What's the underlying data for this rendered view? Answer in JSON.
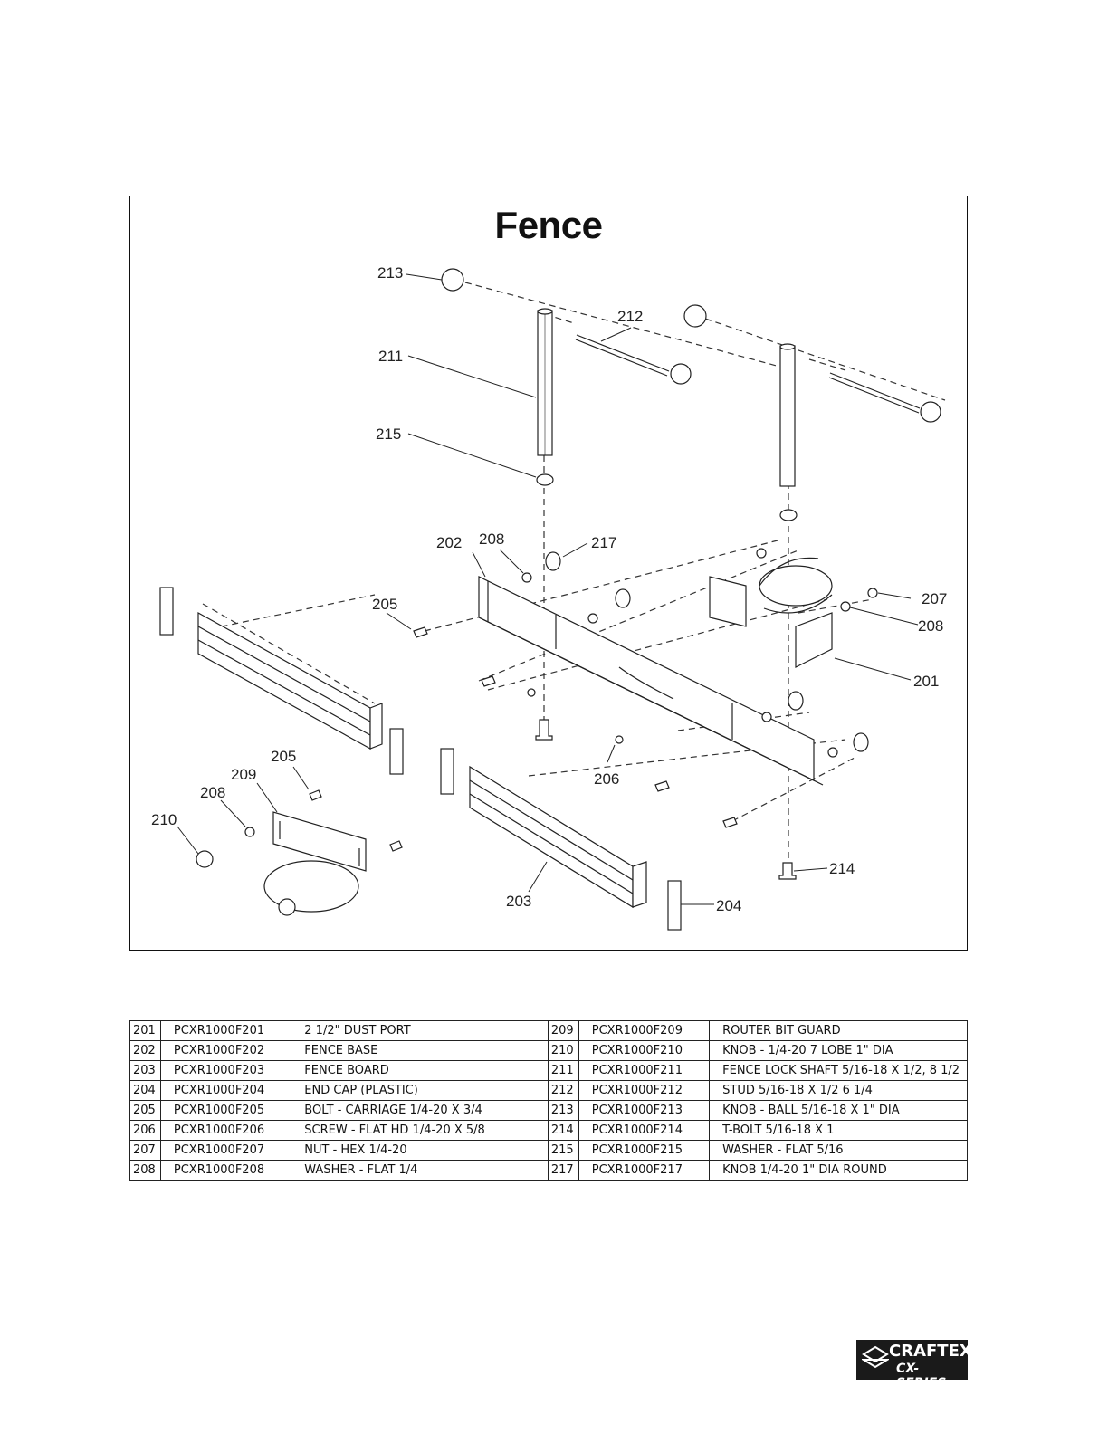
{
  "diagram": {
    "title": "Fence",
    "callouts": [
      "213",
      "212",
      "211",
      "215",
      "202",
      "208",
      "217",
      "205",
      "207",
      "208",
      "201",
      "206",
      "205",
      "209",
      "208",
      "210",
      "203",
      "204",
      "214"
    ]
  },
  "parts": [
    {
      "num": "201",
      "code": "PCXR1000F201",
      "desc": "2 1/2\" DUST PORT"
    },
    {
      "num": "202",
      "code": "PCXR1000F202",
      "desc": "FENCE BASE"
    },
    {
      "num": "203",
      "code": "PCXR1000F203",
      "desc": "FENCE BOARD"
    },
    {
      "num": "204",
      "code": "PCXR1000F204",
      "desc": "END CAP (PLASTIC)"
    },
    {
      "num": "205",
      "code": "PCXR1000F205",
      "desc": "BOLT - CARRIAGE 1/4-20 X 3/4"
    },
    {
      "num": "206",
      "code": "PCXR1000F206",
      "desc": "SCREW - FLAT HD 1/4-20 X 5/8"
    },
    {
      "num": "207",
      "code": "PCXR1000F207",
      "desc": "NUT - HEX 1/4-20"
    },
    {
      "num": "208",
      "code": "PCXR1000F208",
      "desc": "WASHER - FLAT 1/4"
    },
    {
      "num": "209",
      "code": "PCXR1000F209",
      "desc": "ROUTER BIT GUARD"
    },
    {
      "num": "210",
      "code": "PCXR1000F210",
      "desc": "KNOB - 1/4-20 7 LOBE 1\" DIA"
    },
    {
      "num": "211",
      "code": "PCXR1000F211",
      "desc": "FENCE LOCK SHAFT 5/16-18 X 1/2, 8 1/2"
    },
    {
      "num": "212",
      "code": "PCXR1000F212",
      "desc": "STUD 5/16-18 X 1/2 6 1/4"
    },
    {
      "num": "213",
      "code": "PCXR1000F213",
      "desc": "KNOB - BALL 5/16-18 X 1\" DIA"
    },
    {
      "num": "214",
      "code": "PCXR1000F214",
      "desc": "T-BOLT 5/16-18 X 1"
    },
    {
      "num": "215",
      "code": "PCXR1000F215",
      "desc": "WASHER - FLAT 5/16"
    },
    {
      "num": "217",
      "code": "PCXR1000F217",
      "desc": "KNOB 1/4-20 1\" DIA ROUND"
    }
  ],
  "logo": {
    "brand": "CRAFTEX",
    "series": "CX-SERIES"
  }
}
